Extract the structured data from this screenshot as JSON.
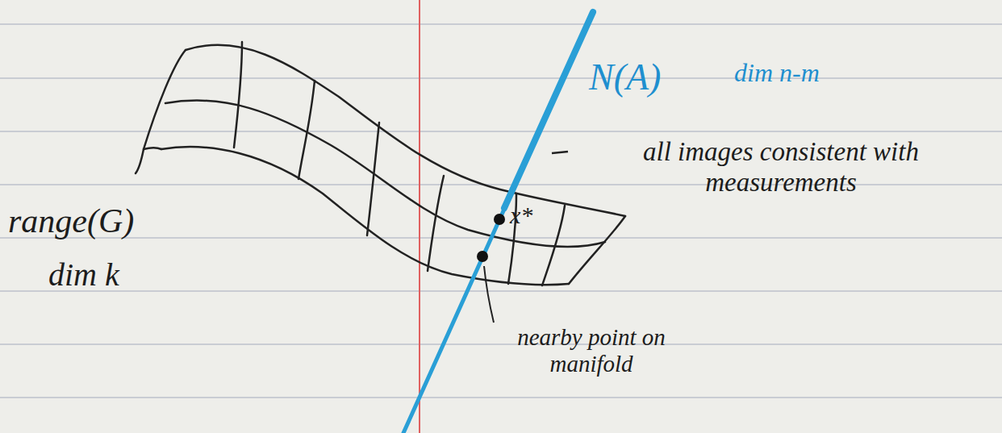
{
  "diagram": {
    "labels": [
      "range(G)",
      "dim k",
      "N(A)",
      "dim n-m",
      "all images consistent with measurements",
      "x*",
      "nearby point on manifold"
    ]
  }
}
